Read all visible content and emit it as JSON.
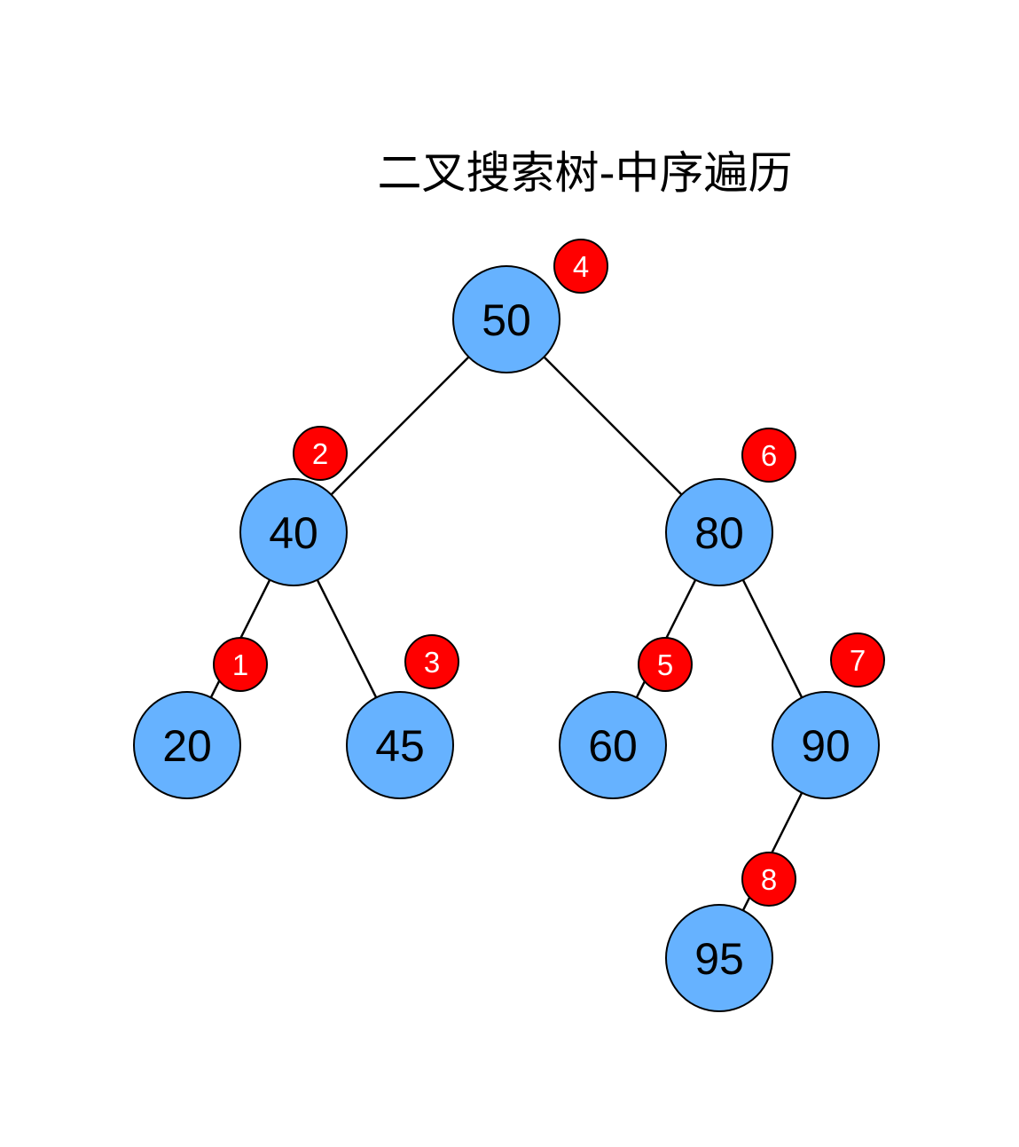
{
  "title": "二叉搜索树-中序遍历",
  "colors": {
    "node_fill": "#66b2ff",
    "badge_fill": "#ff0000",
    "edge": "#000000"
  },
  "nodes": [
    {
      "id": "n50",
      "label": "50",
      "order": "4"
    },
    {
      "id": "n40",
      "label": "40",
      "order": "2"
    },
    {
      "id": "n80",
      "label": "80",
      "order": "6"
    },
    {
      "id": "n20",
      "label": "20",
      "order": "1"
    },
    {
      "id": "n45",
      "label": "45",
      "order": "3"
    },
    {
      "id": "n60",
      "label": "60",
      "order": "5"
    },
    {
      "id": "n90",
      "label": "90",
      "order": "7"
    },
    {
      "id": "n95",
      "label": "95",
      "order": "8"
    }
  ],
  "edges": [
    [
      "n50",
      "n40"
    ],
    [
      "n50",
      "n80"
    ],
    [
      "n40",
      "n20"
    ],
    [
      "n40",
      "n45"
    ],
    [
      "n80",
      "n60"
    ],
    [
      "n80",
      "n90"
    ],
    [
      "n90",
      "n95"
    ]
  ]
}
